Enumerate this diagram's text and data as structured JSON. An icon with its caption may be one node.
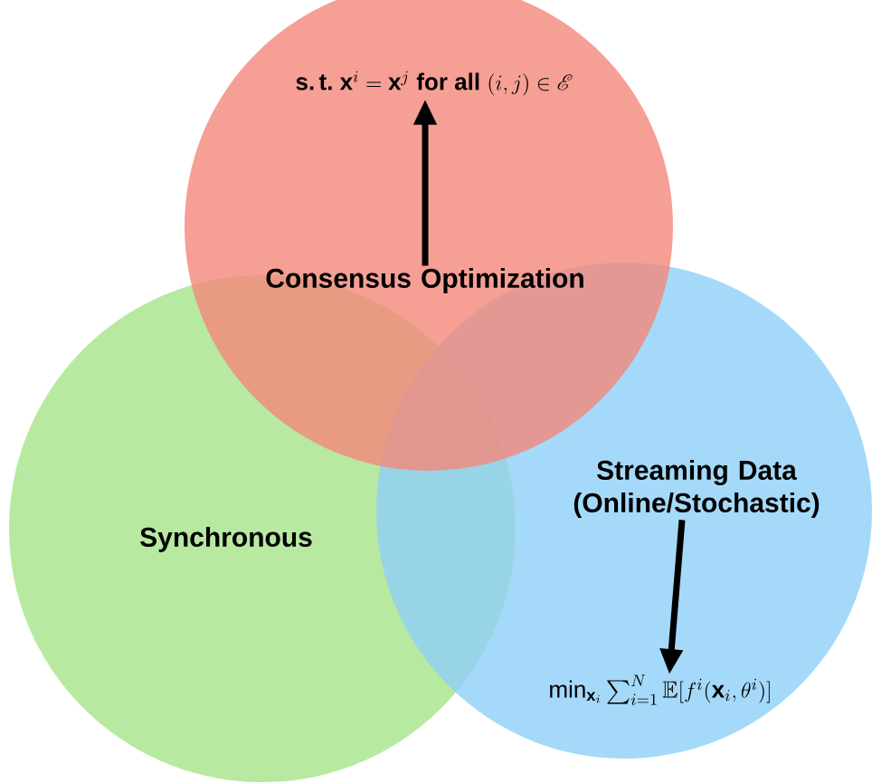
{
  "diagram": {
    "nodes": [
      {
        "text": [],
        "shape": "circle"
      },
      {
        "text": [
          "Consensus Optimization"
        ],
        "in": 0
      },
      {
        "text": [
          "\\textbf{s.\\,t.}\\ \\mathbf{x}^i = \\mathbf{x}^j\\ \\textbf{for all}\\ (i,j) \\in \\mathscr{E}"
        ],
        "in": 0
      },
      {
        "text": [],
        "shape": "circle"
      },
      {
        "text": [
          "Synchronous"
        ],
        "in": 3
      },
      {
        "text": [],
        "shape": "circle"
      },
      {
        "text": [
          "Streaming Data (Online/Stochastic)"
        ],
        "in": 5
      },
      {
        "text": [
          "\\min_{\\mathbf{x}_i} \\sum_{i=1}^N \\mathbb{E}[f^i(\\mathbf{x}_i, \\theta^i)]"
        ],
        "in": 5
      }
    ],
    "edges": [
      {
        "from": 1,
        "to": 2,
        "arrow": "to"
      },
      {
        "from": 6,
        "to": 7,
        "arrow": "to"
      }
    ]
  }
}
